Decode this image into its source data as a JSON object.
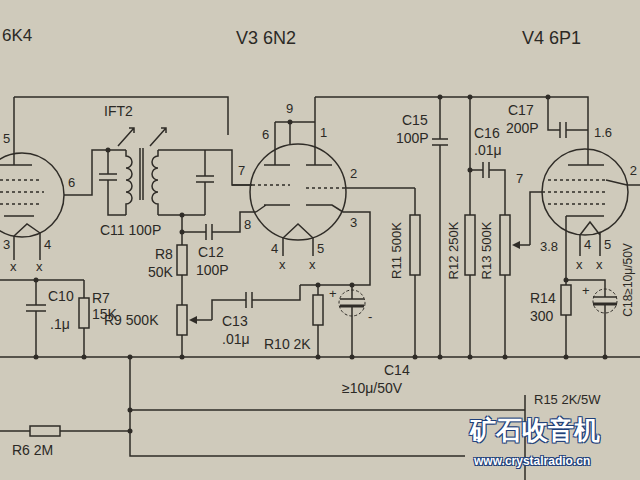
{
  "diagram": {
    "labels": [
      "6K4",
      "5",
      "6",
      "3",
      "4",
      "x",
      "x",
      "C10",
      ".1μ",
      "R7 15K",
      "R6 2M",
      "IFT2",
      "C11 100P",
      "R8",
      "50K",
      "C12",
      "100P",
      "R9 500K",
      "C13",
      ".01μ",
      "V3 6N2",
      "9",
      "6",
      "1",
      "7",
      "2",
      "8",
      "3",
      "4",
      "5",
      "x",
      "x",
      "R10 2K",
      "+",
      "-",
      "C14",
      "≥10μ/50V",
      "C15",
      "100P",
      "R11 500K",
      "R12 250K",
      "C16",
      ".01μ",
      "R13 500K",
      "C17",
      "200P",
      "V4 6P1",
      "1.6",
      "7",
      "2",
      "3.8",
      "4",
      "5",
      "x",
      "x",
      "R14",
      "300",
      "+",
      "C18≥10μ/50V",
      "R15 2K/5W",
      "矿石收音机",
      "www.crystalradio.cn"
    ]
  }
}
